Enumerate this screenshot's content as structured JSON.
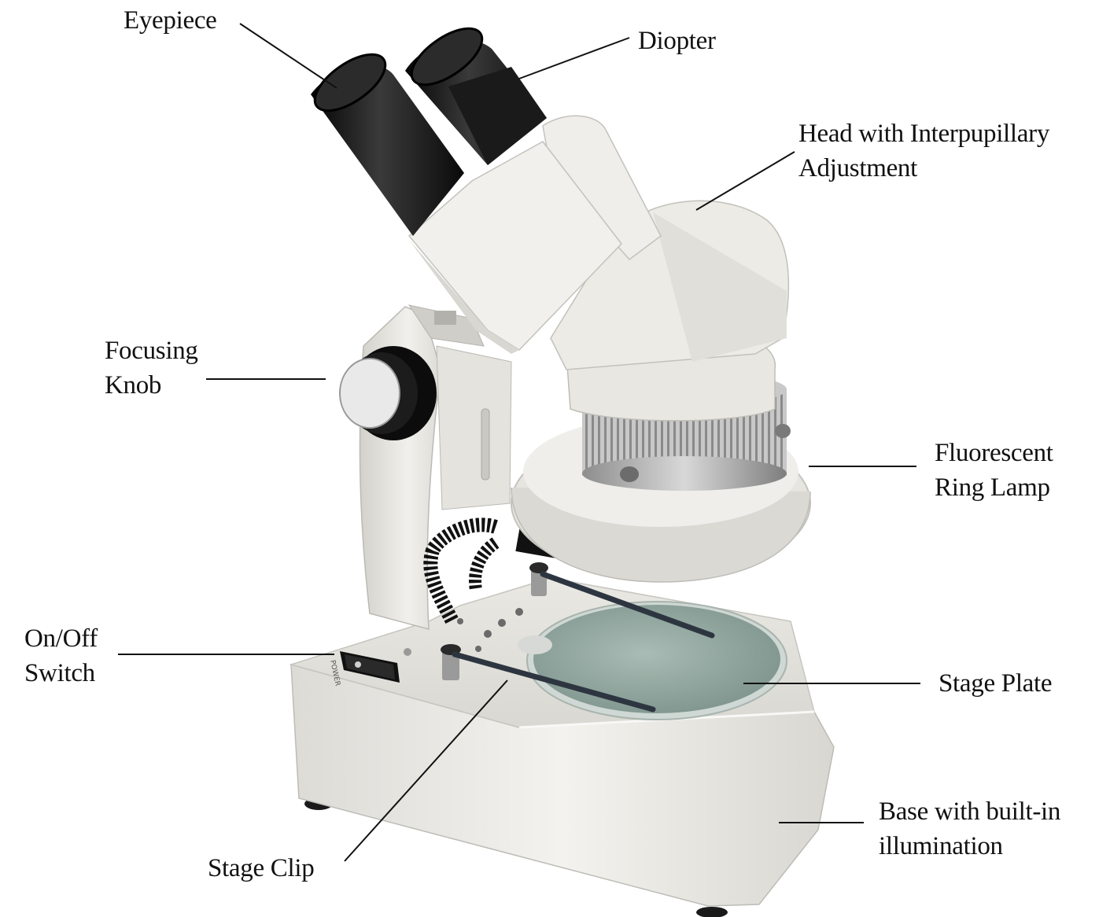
{
  "labels": {
    "eyepiece": "Eyepiece",
    "diopter": "Diopter",
    "head_line1": "Head with Interpupillary",
    "head_line2": "Adjustment",
    "focusing_line1": "Focusing",
    "focusing_line2": "Knob",
    "lamp_line1": "Fluorescent",
    "lamp_line2": "Ring Lamp",
    "switch_line1": "On/Off",
    "switch_line2": "Switch",
    "stage_plate": "Stage Plate",
    "stage_clip": "Stage Clip",
    "base_line1": "Base with built-in",
    "base_line2": "illumination"
  },
  "switch_text": "POWER",
  "colors": {
    "body_white": "#ecebe6",
    "eyepiece_black": "#151515",
    "plate_green": "#8fa59e",
    "leader": "#111111"
  }
}
